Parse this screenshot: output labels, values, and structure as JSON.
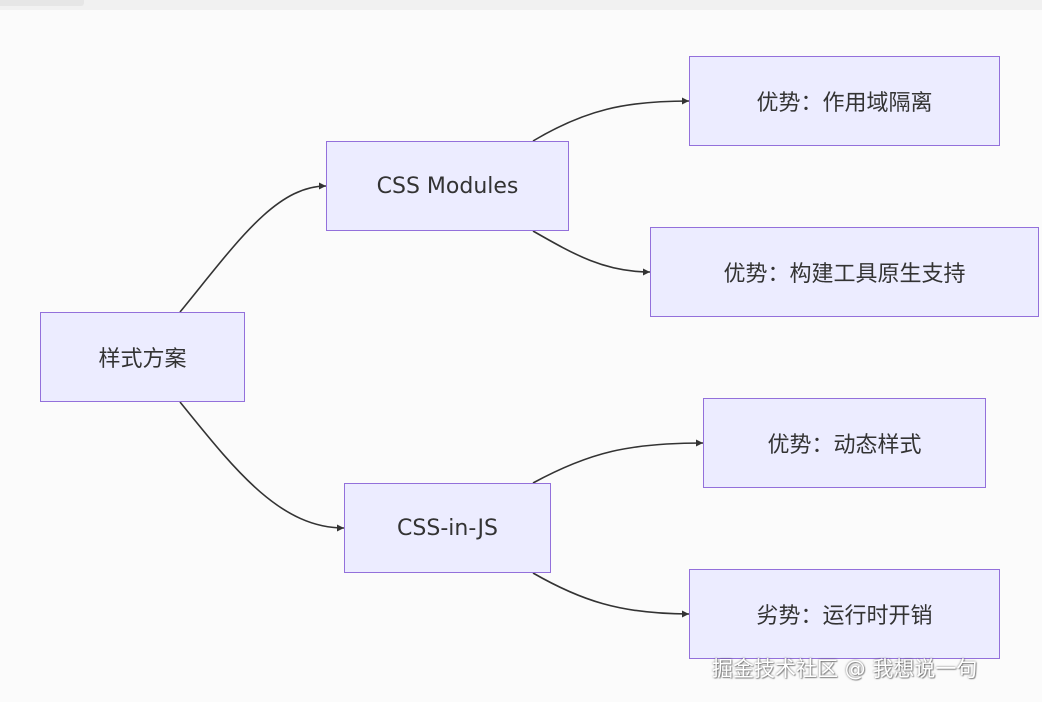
{
  "diagram": {
    "nodes": [
      {
        "id": "root",
        "label": "样式方案"
      },
      {
        "id": "css_modules",
        "label": "CSS Modules"
      },
      {
        "id": "css_in_js",
        "label": "CSS-in-JS"
      },
      {
        "id": "adv_scope",
        "label": "优势：作用域隔离"
      },
      {
        "id": "adv_native",
        "label": "优势：构建工具原生支持"
      },
      {
        "id": "adv_dynamic",
        "label": "优势：动态样式"
      },
      {
        "id": "dis_runtime",
        "label": "劣势：运行时开销"
      }
    ],
    "edges": [
      {
        "from": "root",
        "to": "css_modules"
      },
      {
        "from": "root",
        "to": "css_in_js"
      },
      {
        "from": "css_modules",
        "to": "adv_scope"
      },
      {
        "from": "css_modules",
        "to": "adv_native"
      },
      {
        "from": "css_in_js",
        "to": "adv_dynamic"
      },
      {
        "from": "css_in_js",
        "to": "dis_runtime"
      }
    ],
    "colors": {
      "node_fill": "#ececff",
      "node_border": "#9370db",
      "edge": "#333333",
      "text": "#333333"
    }
  },
  "watermark": "掘金技术社区 @ 我想说一句"
}
